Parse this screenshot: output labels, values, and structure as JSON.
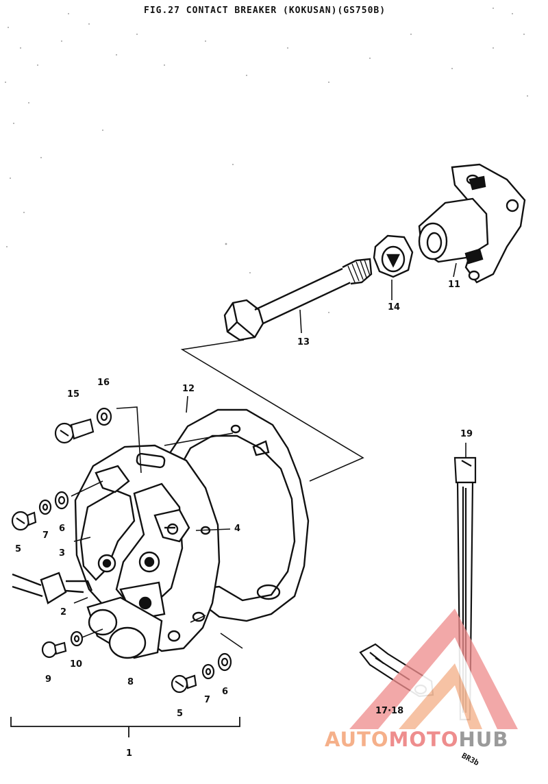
{
  "figure": {
    "title": "FIG.27  CONTACT BREAKER  (KOKUSAN)(GS750B)"
  },
  "callouts": [
    {
      "id": "c15",
      "text": "15"
    },
    {
      "id": "c16",
      "text": "16"
    },
    {
      "id": "c12",
      "text": "12"
    },
    {
      "id": "c13",
      "text": "13"
    },
    {
      "id": "c14",
      "text": "14"
    },
    {
      "id": "c11",
      "text": "11"
    },
    {
      "id": "c19",
      "text": "19"
    },
    {
      "id": "c4",
      "text": "4"
    },
    {
      "id": "c3",
      "text": "3"
    },
    {
      "id": "c2",
      "text": "2"
    },
    {
      "id": "c5a",
      "text": "5"
    },
    {
      "id": "c7a",
      "text": "7"
    },
    {
      "id": "c6a",
      "text": "6"
    },
    {
      "id": "c9",
      "text": "9"
    },
    {
      "id": "c10",
      "text": "10"
    },
    {
      "id": "c8",
      "text": "8"
    },
    {
      "id": "c5b",
      "text": "5"
    },
    {
      "id": "c7b",
      "text": "7"
    },
    {
      "id": "c6b",
      "text": "6"
    },
    {
      "id": "c1718",
      "text": "17·18"
    },
    {
      "id": "c1",
      "text": "1"
    }
  ],
  "watermark": {
    "part_a": "AUTO",
    "part_b": "MOTO",
    "part_c": "HUB",
    "color_outer": "#ee8d8d",
    "color_inner": "#f5b08a"
  },
  "corner_code": "BR3b"
}
